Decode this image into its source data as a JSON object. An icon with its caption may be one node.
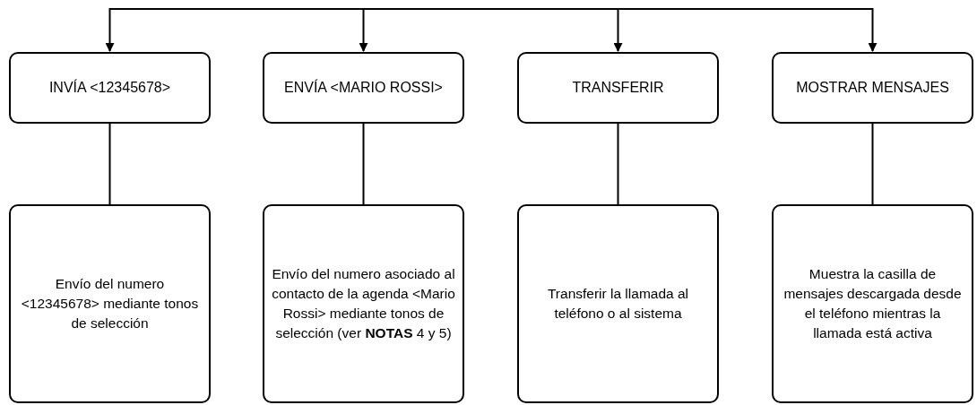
{
  "diagram": {
    "nodes": [
      {
        "text": [
          "INVÍA <12345678>"
        ]
      },
      {
        "text": [
          "ENVÍA <MARIO ROSSI>"
        ]
      },
      {
        "text": [
          "TRANSFERIR"
        ]
      },
      {
        "text": [
          "MOSTRAR MENSAJES"
        ]
      },
      {
        "text": [
          "Envío del numero <12345678> mediante tonos de selección"
        ]
      },
      {
        "text": [
          "Envío del numero asociado al contacto de la agenda <Mario Rossi> mediante tonos de selección (ver **NOTAS** 4 y 5)"
        ]
      },
      {
        "text": [
          "Transferir la llamada al teléfono o al sistema"
        ]
      },
      {
        "text": [
          "Muestra la casilla de mensajes descargada desde el teléfono mientras la llamada está activa"
        ]
      }
    ],
    "edges": [
      {
        "from": null,
        "to": 0,
        "arrow": "to"
      },
      {
        "from": null,
        "to": 1,
        "arrow": "to"
      },
      {
        "from": null,
        "to": 2,
        "arrow": "to"
      },
      {
        "from": null,
        "to": 3,
        "arrow": "to"
      },
      {
        "from": 0,
        "to": 4,
        "arrow": "none"
      },
      {
        "from": 1,
        "to": 5,
        "arrow": "none"
      },
      {
        "from": 2,
        "to": 6,
        "arrow": "none"
      },
      {
        "from": 3,
        "to": 7,
        "arrow": "none"
      }
    ]
  }
}
